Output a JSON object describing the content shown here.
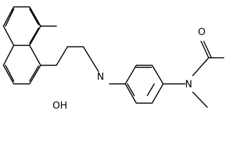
{
  "molecule": {
    "atom_labels": {
      "oxygen_carbonyl": "O",
      "nitrogen_imine": "N",
      "nitrogen_amide": "N",
      "hydroxyl": "OH"
    },
    "colors": {
      "bond": "#000000",
      "label": "#000000",
      "background": "#ffffff"
    }
  }
}
